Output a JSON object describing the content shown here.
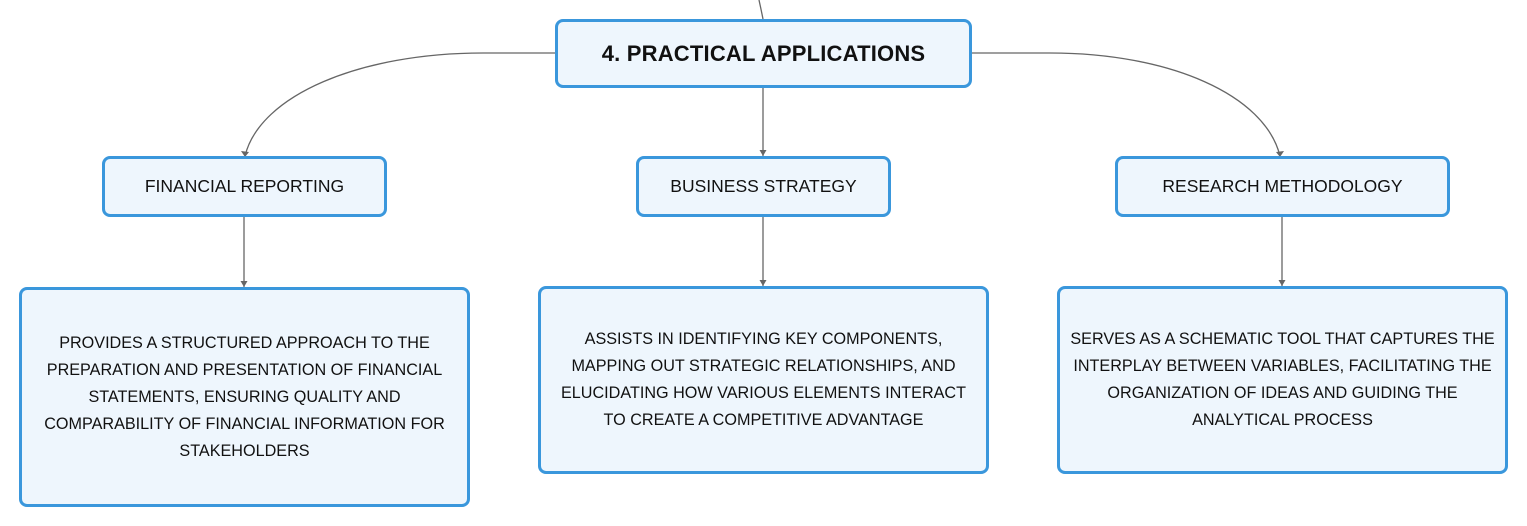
{
  "diagram": {
    "root": {
      "label": "4. PRACTICAL APPLICATIONS"
    },
    "branches": [
      {
        "label": "FINANCIAL REPORTING",
        "description": "PROVIDES A STRUCTURED APPROACH TO THE PREPARATION AND PRESENTATION OF FINANCIAL STATEMENTS, ENSURING QUALITY AND COMPARABILITY OF FINANCIAL INFORMATION FOR STAKEHOLDERS"
      },
      {
        "label": "BUSINESS STRATEGY",
        "description": "ASSISTS IN IDENTIFYING KEY COMPONENTS, MAPPING OUT STRATEGIC RELATIONSHIPS, AND ELUCIDATING HOW VARIOUS ELEMENTS INTERACT TO CREATE A COMPETITIVE ADVANTAGE"
      },
      {
        "label": "RESEARCH METHODOLOGY",
        "description": "SERVES AS A SCHEMATIC TOOL THAT CAPTURES THE INTERPLAY BETWEEN VARIABLES, FACILITATING THE ORGANIZATION OF IDEAS AND GUIDING THE ANALYTICAL PROCESS"
      }
    ]
  },
  "colors": {
    "node_border": "#3a97dc",
    "node_fill": "#eef6fd",
    "connector": "#666666",
    "text": "#111111"
  }
}
